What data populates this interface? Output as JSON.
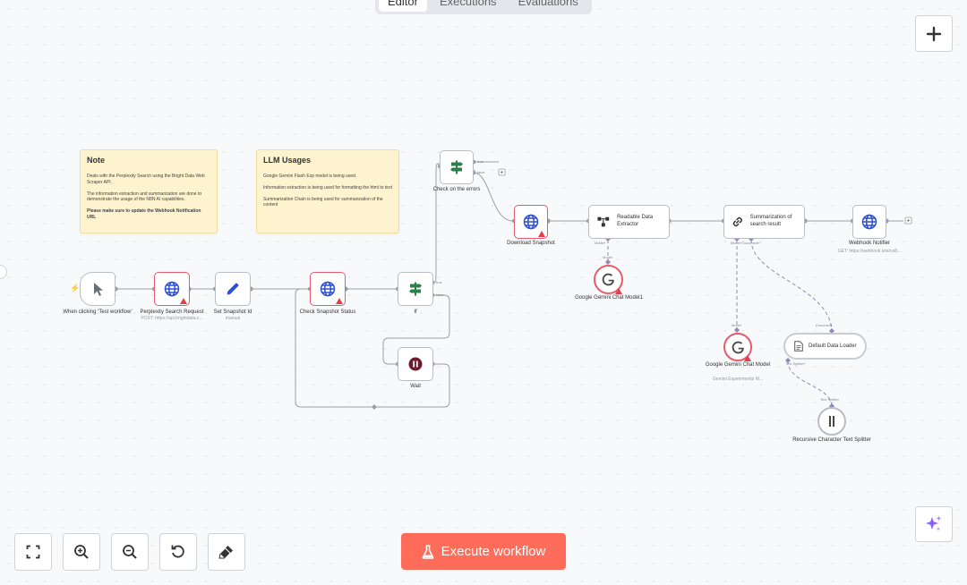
{
  "tabs": [
    "Editor",
    "Executions",
    "Evaluations"
  ],
  "notes": {
    "note": {
      "title": "Note",
      "p1": "Deals with the Perplexity Search using the Bright Data Web Scraper API.",
      "p2": "The information extraction and summarization are done to demonstrate the usage of the N8N AI capabilities.",
      "p3": "Please make sure to update the Webhook Notification URL"
    },
    "llm": {
      "title": "LLM Usages",
      "p1": "Google Gemini Flash Exp model is being used.",
      "p2": "Information extraction is being used for formatting the html to text",
      "p3": "Summarization Chain is being used for summarization of the content"
    }
  },
  "nodes": {
    "trigger": {
      "label": "When clicking ‘Test workflow’",
      "icon": "cursor-icon"
    },
    "perplexity": {
      "label": "Perplexity Search Request",
      "sub": "POST: https://api.brightdata.c...",
      "icon": "globe-icon"
    },
    "set_snapshot": {
      "label": "Set Snapshot Id",
      "sub": "manual",
      "icon": "pencil-icon"
    },
    "check_status": {
      "label": "Check Snapshot Status",
      "icon": "globe-icon"
    },
    "if": {
      "label": "If",
      "icon": "signpost-icon"
    },
    "wait": {
      "label": "Wait",
      "icon": "pause-icon"
    },
    "check_errors": {
      "label": "Check on the errors",
      "icon": "signpost-icon"
    },
    "download": {
      "label": "Download Snapshot",
      "icon": "globe-icon"
    },
    "extractor": {
      "label": "Readable Data Extractor",
      "icon": "flow-icon"
    },
    "gemini1": {
      "label": "Google Gemini Chat Model1",
      "icon": "google-icon"
    },
    "summarization": {
      "label": "Summarization of search result",
      "icon": "link-icon"
    },
    "webhook": {
      "label": "Webhook Notifier",
      "sub": "GET: https://webhook.site/ca8...",
      "icon": "globe-icon"
    },
    "gemini2": {
      "label": "Google Gemini Chat Model",
      "sub": "Gemini Experimental M...",
      "icon": "google-icon"
    },
    "loader": {
      "label": "Default Data Loader",
      "icon": "document-icon"
    },
    "splitter": {
      "label": "Recursive Character Text Splitter",
      "icon": "splitter-icon"
    }
  },
  "ports": {
    "true": "true",
    "false": "false",
    "model_star": "Model*",
    "model": "Model",
    "document": "Document",
    "text_splitter": "Text Splitter",
    "text_splitter_star": "Text Splitter*"
  },
  "toolbar": {
    "execute_label": "Execute workflow",
    "add_icon": "plus-icon",
    "ai_icon": "sparkle-icon"
  },
  "zoom_controls": [
    "fit-view-icon",
    "zoom-in-icon",
    "zoom-out-icon",
    "reset-icon",
    "tidy-icon"
  ],
  "colors": {
    "accent": "#ff6d5a",
    "error": "#e53d4f",
    "if_green": "#2e7d4a",
    "wait_maroon": "#6d1c2f",
    "http_blue": "#2d4fd2"
  }
}
